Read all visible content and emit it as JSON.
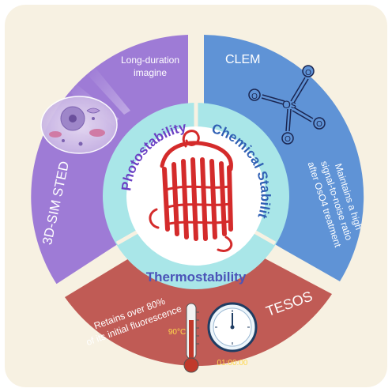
{
  "colors": {
    "background_panel": "#f7f1e2",
    "photostability_sector": "#9e7bd6",
    "chemical_sector": "#5f93d6",
    "thermo_sector": "#c05b55",
    "inner_ring": "#a9e6e8",
    "center_disk": "#ffffff",
    "protein": "#d42b2b",
    "label_text_inner": "#6a3fc4",
    "label_text_chem": "#2f5fb4",
    "label_text_thermo": "#4b54b8"
  },
  "inner_ring": {
    "photostability": "Photostability",
    "chemical_stability": "Chemical Stability",
    "thermostability": "Thermostability"
  },
  "sectors": {
    "photo": {
      "technique": "3D-SIM STED",
      "note_line1": "Long-duration",
      "note_line2": "imagine",
      "icon": "cell-icon"
    },
    "chemical": {
      "technique": "CLEM",
      "note_line1": "Maintains a high",
      "note_line2": "signal-to-noise ratio",
      "note_line3": "after OsO4 treatment",
      "molecule_center": "Os",
      "molecule_atom": "O",
      "icon": "osmium-tetroxide-molecule-icon"
    },
    "thermo": {
      "technique": "TESOS",
      "note_line1": "Retains over 80%",
      "note_line2": "of its initial fluorescence",
      "temperature": "90°C",
      "timer": "01:00:00",
      "thermometer_icon": "thermometer-icon",
      "clock_icon": "stopwatch-icon"
    }
  }
}
